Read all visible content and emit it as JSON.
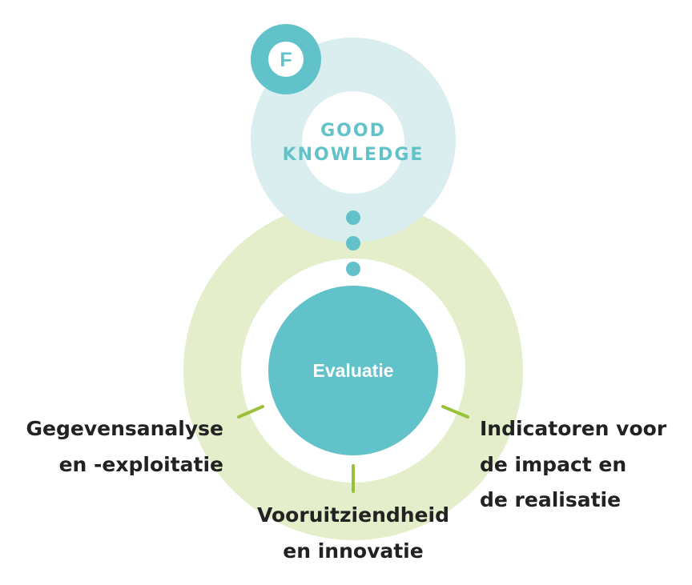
{
  "badge": {
    "letter": "F"
  },
  "top_circle": {
    "line1": "GOOD",
    "line2": "KNOWLEDGE"
  },
  "center": {
    "label": "Evaluatie"
  },
  "labels": {
    "left": {
      "line1": "Gegevensanalyse",
      "line2": "en -exploitatie"
    },
    "bottom": {
      "line1": "Vooruitziendheid",
      "line2": "en innovatie"
    },
    "right": {
      "line1": "Indicatoren voor",
      "line2": "de impact en",
      "line3": "de realisatie"
    }
  },
  "colors": {
    "teal": "#62c2c9",
    "teal_light": "#daeef0",
    "green_light": "#e4eecb",
    "green": "#99c23a",
    "text": "#222222",
    "white": "#ffffff"
  }
}
